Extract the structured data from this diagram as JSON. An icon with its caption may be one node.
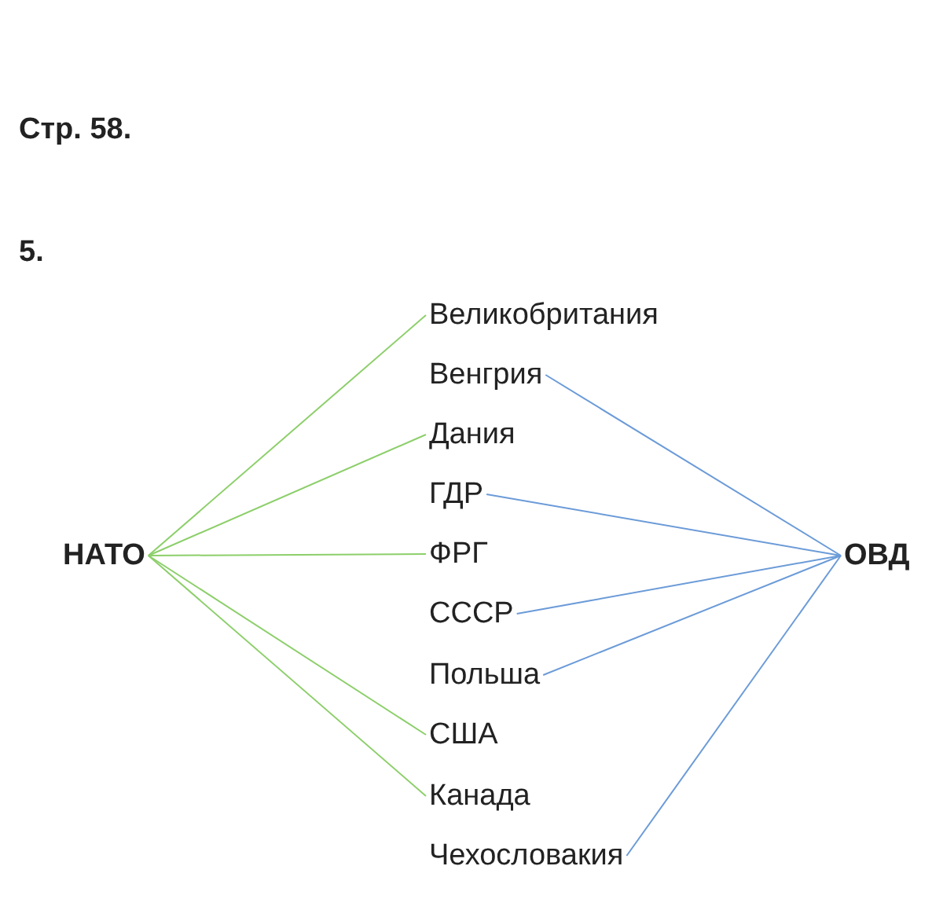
{
  "diagram": {
    "title": "Стр. 58.",
    "nodes": [
      {
        "text": [
          "НАТО"
        ]
      },
      {
        "text": [
          "Великобритания"
        ]
      },
      {
        "text": [
          "Венгрия"
        ]
      },
      {
        "text": [
          "Дания"
        ]
      },
      {
        "text": [
          "ГДР"
        ]
      },
      {
        "text": [
          "ФРГ"
        ]
      },
      {
        "text": [
          "СССР"
        ]
      },
      {
        "text": [
          "Польша"
        ]
      },
      {
        "text": [
          "США"
        ]
      },
      {
        "text": [
          "Канада"
        ]
      },
      {
        "text": [
          "Чехословакия"
        ]
      },
      {
        "text": [
          "ОВД"
        ]
      }
    ],
    "edges": [
      {
        "from": 0,
        "to": 1,
        "arrow": "none",
        "color": "#8ccf6a"
      },
      {
        "from": 0,
        "to": 3,
        "arrow": "none",
        "color": "#8ccf6a"
      },
      {
        "from": 0,
        "to": 5,
        "arrow": "none",
        "color": "#8ccf6a"
      },
      {
        "from": 0,
        "to": 8,
        "arrow": "none",
        "color": "#8ccf6a"
      },
      {
        "from": 0,
        "to": 9,
        "arrow": "none",
        "color": "#8ccf6a"
      },
      {
        "from": 11,
        "to": 2,
        "arrow": "none",
        "color": "#6b9bd8"
      },
      {
        "from": 11,
        "to": 4,
        "arrow": "none",
        "color": "#6b9bd8"
      },
      {
        "from": 11,
        "to": 6,
        "arrow": "none",
        "color": "#6b9bd8"
      },
      {
        "from": 11,
        "to": 7,
        "arrow": "none",
        "color": "#6b9bd8"
      },
      {
        "from": 11,
        "to": 10,
        "arrow": "none",
        "color": "#6b9bd8"
      }
    ],
    "labels": [
      "5."
    ]
  }
}
